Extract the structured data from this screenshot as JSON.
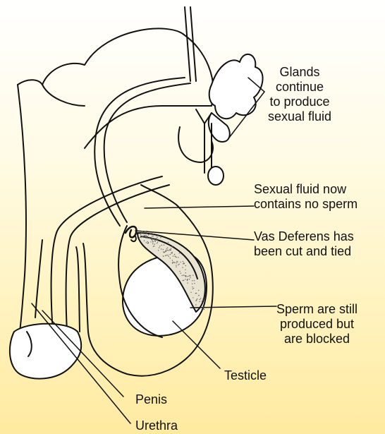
{
  "labels": {
    "glands": [
      "Glands",
      "continue",
      "to produce",
      "sexual fluid"
    ],
    "fluid": [
      "Sexual fluid now",
      "contains no sperm"
    ],
    "vas": [
      "Vas Deferens has",
      "been cut and tied"
    ],
    "sperm": [
      "Sperm are still",
      "produced but",
      "are blocked"
    ],
    "testicle": "Testicle",
    "penis": "Penis",
    "urethra": "Urethra"
  }
}
